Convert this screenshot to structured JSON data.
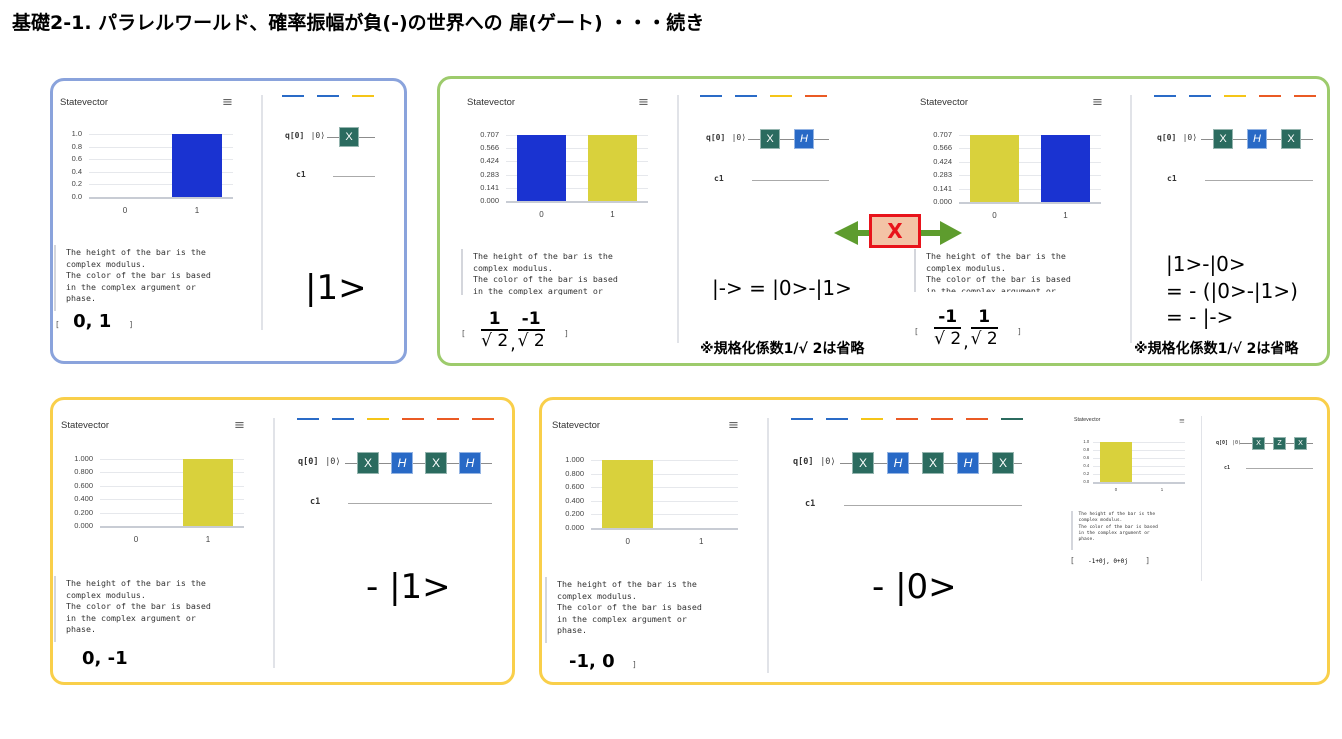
{
  "title": "基礎2-1. パラレルワールド、確率振幅が負(-)の世界への 扉(ゲート) ・・・続き",
  "panel_colors": {
    "blue": "#8aa3dc",
    "green": "#9dcb6c",
    "yellow": "#f9cf4a"
  },
  "bar_colors": {
    "blue": "#1a33d1",
    "yellow": "#d9d13c"
  },
  "gate_colors": {
    "X": "#2b6b5f",
    "Z": "#2b6b5f",
    "H": "#2869c6"
  },
  "statevectors": [
    {
      "title": "Statevector",
      "menu_icon": "hamburger-menu-icon",
      "y_ticks": [
        "1.0",
        "0.8",
        "0.6",
        "0.4",
        "0.2",
        "0.0"
      ],
      "ymax": 1.0,
      "categories": [
        "0",
        "1"
      ],
      "values": [
        0,
        1
      ],
      "colors": [
        "#1a33d1",
        "#1a33d1"
      ],
      "description": [
        "The height of the bar is the",
        "complex modulus.",
        "The color of the bar is based",
        "in the complex argument or",
        "phase."
      ],
      "amplitudes": {
        "open": "[",
        "text": "0, 1",
        "close": "]"
      }
    },
    {
      "title": "Statevector",
      "menu_icon": "hamburger-menu-icon",
      "y_ticks": [
        "0.707",
        "0.566",
        "0.424",
        "0.283",
        "0.141",
        "0.000"
      ],
      "ymax": 0.707,
      "categories": [
        "0",
        "1"
      ],
      "values": [
        0.707,
        0.707
      ],
      "colors": [
        "#1a33d1",
        "#d9d13c"
      ],
      "description": [
        "The height of the bar is the",
        "complex modulus.",
        "The color of the bar is based",
        "in the complex argument or"
      ],
      "amplitudes": {
        "open": "[",
        "fractions": [
          {
            "num": "1",
            "den": "√ 2"
          },
          {
            "num": "-1",
            "den": "√ 2"
          }
        ],
        "sep": ",",
        "close": "]"
      }
    },
    {
      "title": "Statevector",
      "menu_icon": "hamburger-menu-icon",
      "y_ticks": [
        "0.707",
        "0.566",
        "0.424",
        "0.283",
        "0.141",
        "0.000"
      ],
      "ymax": 0.707,
      "categories": [
        "0",
        "1"
      ],
      "values": [
        0.707,
        0.707
      ],
      "colors": [
        "#d9d13c",
        "#1a33d1"
      ],
      "description": [
        "The height of the bar is the",
        "complex modulus.",
        "The color of the bar is based",
        "in the complex argument or"
      ],
      "amplitudes": {
        "open": "[",
        "fractions": [
          {
            "num": "-1",
            "den": "√ 2"
          },
          {
            "num": "1",
            "den": "√ 2"
          }
        ],
        "sep": ",",
        "close": "]"
      }
    },
    {
      "title": "Statevector",
      "menu_icon": "hamburger-menu-icon",
      "y_ticks": [
        "1.000",
        "0.800",
        "0.600",
        "0.400",
        "0.200",
        "0.000"
      ],
      "ymax": 1.0,
      "categories": [
        "0",
        "1"
      ],
      "values": [
        0,
        1
      ],
      "colors": [
        "#d9d13c",
        "#d9d13c"
      ],
      "description": [
        "The height of the bar is the",
        "complex modulus.",
        "The color of the bar is based",
        "in the complex argument or",
        "phase."
      ],
      "amplitudes": {
        "open": "",
        "text": "0, -1",
        "close": ""
      }
    },
    {
      "title": "Statevector",
      "menu_icon": "hamburger-menu-icon",
      "y_ticks": [
        "1.000",
        "0.800",
        "0.600",
        "0.400",
        "0.200",
        "0.000"
      ],
      "ymax": 1.0,
      "categories": [
        "0",
        "1"
      ],
      "values": [
        1,
        0
      ],
      "colors": [
        "#d9d13c",
        "#d9d13c"
      ],
      "description": [
        "The height of the bar is the",
        "complex modulus.",
        "The color of the bar is based",
        "in the complex argument or",
        "phase."
      ],
      "amplitudes": {
        "open": "",
        "text": "-1, 0",
        "close": "]"
      }
    },
    {
      "title": "Statevector",
      "menu_icon": "hamburger-menu-icon",
      "y_ticks": [
        "1.0",
        "0.8",
        "0.6",
        "0.4",
        "0.2",
        "0.0"
      ],
      "ymax": 1.0,
      "categories": [
        "0",
        "1"
      ],
      "values": [
        1,
        0
      ],
      "colors": [
        "#d9d13c",
        "#d9d13c"
      ],
      "description": [
        "The height of the bar is the",
        "complex modulus.",
        "The color of the bar is based",
        "in the complex argument or",
        "phase."
      ],
      "amplitudes": {
        "open": "[",
        "text": "-1+0j, 0+0j",
        "close": "]"
      }
    }
  ],
  "circuits": [
    {
      "qubit": "q[0]",
      "init": "|0⟩",
      "gates": [
        "X"
      ],
      "classical": "c1",
      "stripes": [
        "#2a6bc7",
        "#2a6bc7",
        "#f5c518"
      ]
    },
    {
      "qubit": "q[0]",
      "init": "|0⟩",
      "gates": [
        "X",
        "H"
      ],
      "classical": "c1",
      "stripes": [
        "#2a6bc7",
        "#2a6bc7",
        "#f5c518",
        "#ea5a24"
      ]
    },
    {
      "qubit": "q[0]",
      "init": "|0⟩",
      "gates": [
        "X",
        "H",
        "X"
      ],
      "classical": "c1",
      "stripes": [
        "#2a6bc7",
        "#2a6bc7",
        "#f5c518",
        "#ea5a24",
        "#ea5a24"
      ]
    },
    {
      "qubit": "q[0]",
      "init": "|0⟩",
      "gates": [
        "X",
        "H",
        "X",
        "H"
      ],
      "classical": "c1",
      "stripes": [
        "#2a6bc7",
        "#2a6bc7",
        "#f5c518",
        "#ea5a24",
        "#ea5a24",
        "#ea5a24"
      ]
    },
    {
      "qubit": "q[0]",
      "init": "|0⟩",
      "gates": [
        "X",
        "H",
        "X",
        "H",
        "X"
      ],
      "classical": "c1",
      "stripes": [
        "#2a6bc7",
        "#2a6bc7",
        "#f5c518",
        "#ea5a24",
        "#ea5a24",
        "#ea5a24",
        "#2b6b5f"
      ]
    },
    {
      "qubit": "q[0]",
      "init": "|0⟩",
      "gates": [
        "X",
        "Z",
        "X"
      ],
      "classical": "c1",
      "stripes": []
    }
  ],
  "annotations": {
    "ket_one": "|1>",
    "minus_state": "|-> = |0>-|1>",
    "derivation": [
      "|1>-|0>",
      "= - (|0>-|1>)",
      "= - |->"
    ],
    "normalization_note_1": "※規格化係数1/√ 2は省略",
    "normalization_note_2": "※規格化係数1/√ 2は省略",
    "x_gate_label": "X",
    "arrow_color": "#5e9c2e",
    "minus_ket_one": "- |1>",
    "minus_ket_zero": "- |0>"
  }
}
